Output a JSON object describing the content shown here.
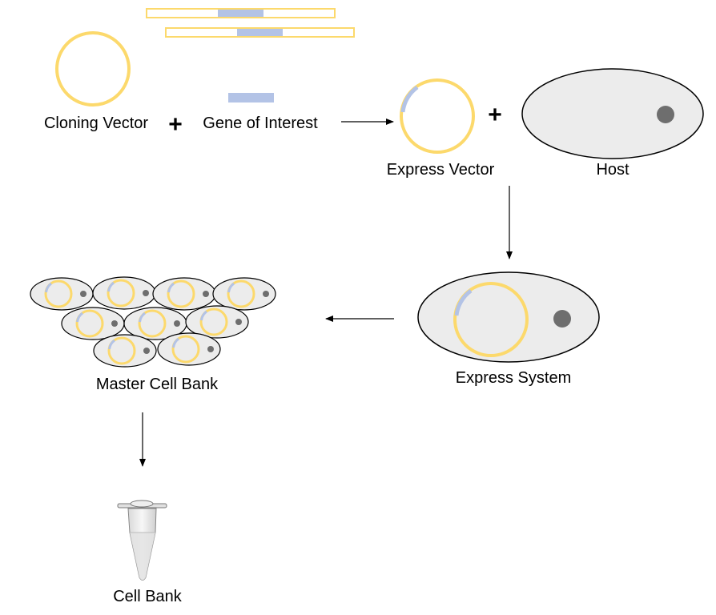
{
  "labels": {
    "cloning_vector": "Cloning Vector",
    "plus": "+",
    "gene_of_interest": "Gene of Interest",
    "express_vector": "Express Vector",
    "host": "Host",
    "express_system": "Express System",
    "master_cell_bank": "Master Cell Bank",
    "cell_bank": "Cell Bank"
  },
  "colors": {
    "plasmid_ring": "#fcd96c",
    "gene_insert": "#b3c3e6",
    "cell_fill": "#ececec",
    "nucleus": "#6e6e6e",
    "outline": "#000000"
  },
  "icons": {
    "tube": "microcentrifuge-tube-icon"
  }
}
